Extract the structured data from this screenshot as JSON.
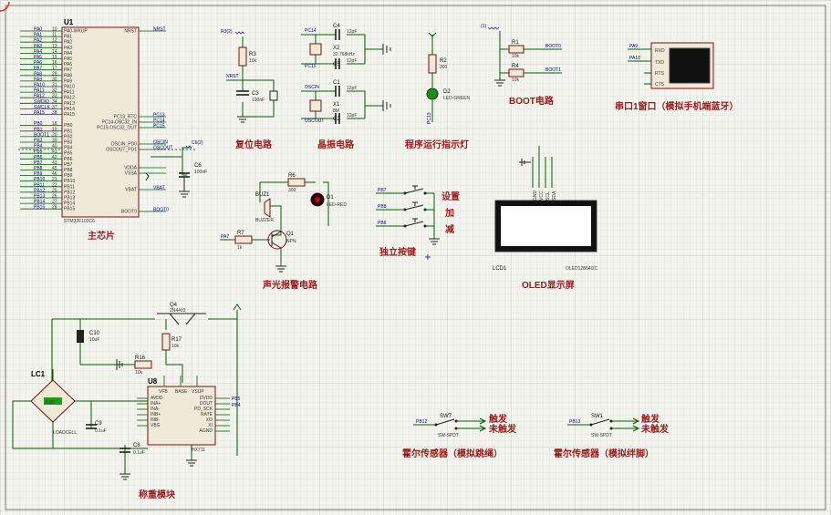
{
  "sections": {
    "mcu": "主芯片",
    "reset": "复位电路",
    "crystal": "晶振电路",
    "led": "程序运行指示灯",
    "boot": "BOOT电路",
    "uart": "串口1窗口（模拟手机端蓝牙）",
    "alarm": "声光报警电路",
    "keys": "独立按键",
    "oled": "OLED显示屏",
    "scale": "称重模块",
    "hall1": "霍尔传感器（模拟跳绳）",
    "hall2": "霍尔传感器（模拟绊脚）"
  },
  "mcu": {
    "ref": "U1",
    "part": "STM32F103C6",
    "left_pins": [
      "PA0",
      "PA1",
      "PA2",
      "PA3",
      "PA4",
      "PA5",
      "PA6",
      "PA7",
      "PA8",
      "PA9",
      "PA10",
      "PA11",
      "PA12",
      "SWDIO",
      "SWCLK",
      "PA15",
      "",
      "PB0",
      "PB1",
      "BOOT1",
      "PB3",
      "PB4",
      "PB5",
      "PB6",
      "PB7",
      "PB8",
      "PB9",
      "PB10",
      "PB11",
      "PB12",
      "PB13",
      "PB14",
      "PB15"
    ],
    "inner_left": [
      "PA0-WKUP",
      "PA1",
      "PA2",
      "PA3",
      "PA4",
      "PA5",
      "PA6",
      "PA7",
      "PA8",
      "PA9",
      "PA10",
      "PA11",
      "PA12",
      "PA13",
      "PA14",
      "PA15",
      "",
      "PB0",
      "PB1",
      "PB2",
      "PB3",
      "PB4",
      "PB5",
      "PB6",
      "PB7",
      "PB8",
      "PB9",
      "PB10",
      "PB11",
      "PB12",
      "PB13",
      "PB14",
      "PB15"
    ],
    "pin_nums": [
      "10",
      "11",
      "12",
      "13",
      "14",
      "15",
      "16",
      "17",
      "29",
      "30",
      "31",
      "32",
      "33",
      "34",
      "37",
      "38",
      "",
      "18",
      "19",
      "20",
      "39",
      "40",
      "41",
      "42",
      "43",
      "45",
      "46",
      "21",
      "22",
      "25",
      "26",
      "27",
      "28"
    ],
    "right_pins": [
      "NRST",
      "PC13_RTC",
      "PC14-OSC32_IN",
      "PC15-OSC32_OUT",
      "OSCIN_PD0",
      "OSCOUT_PD1",
      "VDDA",
      "VSSA",
      "VBAT",
      "BOOT0"
    ],
    "right_nets": [
      "NRST",
      "PC13",
      "PC14",
      "PC15",
      "OSCIN",
      "OSCOUT",
      "",
      "",
      "VBAT",
      "BOOT0"
    ]
  },
  "reset": {
    "net_in": "R3(2)",
    "r": "R3",
    "r_val": "10k",
    "c": "C3",
    "c_val": "100nF",
    "net": "NRST"
  },
  "crystal": {
    "c4": "C4",
    "c5": "C5",
    "c1": "C1",
    "c2": "C2",
    "cval": "12pF",
    "x2": "X2",
    "x2_val": "32.768kHz",
    "x1": "X1",
    "x1_val": "8M",
    "nets": [
      "PC14",
      "PC15",
      "OSCIN",
      "OSCOUT"
    ]
  },
  "run_led": {
    "r": "R2",
    "r_val": "300",
    "d": "D2",
    "d_val": "LED-GREEN",
    "net": "PC13"
  },
  "boot": {
    "net_in": "(1)",
    "r1": "R1",
    "r4": "R4",
    "rval": "10k",
    "nets": [
      "BOOT0",
      "BOOT1"
    ]
  },
  "uart": {
    "pins": [
      "RXD",
      "TXD",
      "RTS",
      "CTS"
    ],
    "nets": [
      "PA9",
      "PA10"
    ]
  },
  "c6": {
    "ref": "C6",
    "val": "100nF",
    "net": "C6(2)"
  },
  "alarm": {
    "buz": "BUZ1",
    "buz_part": "BUZZER",
    "r6": "R6",
    "r6_val": "300",
    "d1": "D1",
    "d1_val": "LED-RED",
    "r7": "R7",
    "r7_val": "1k",
    "q1": "Q1",
    "q1_val": "NPN",
    "net": "PA7"
  },
  "keys": {
    "nets": [
      "PB7",
      "PB8",
      "PB6"
    ],
    "labels": [
      "设置",
      "加",
      "减"
    ]
  },
  "oled": {
    "ref": "LCD1",
    "part": "OLED12864I2C",
    "pins": [
      "GND",
      "VCC",
      "SCL",
      "SDA"
    ]
  },
  "scale": {
    "q4": "Q4",
    "q4_val": "2N4403",
    "c10": "C10",
    "c10_val": "10uF",
    "r17": "R17",
    "r17_val": "10k",
    "r16": "R16",
    "r16_val": "10k",
    "u8": "U8",
    "u8_part": "HX711",
    "lc": "LC1",
    "lc_part": "LOADCELL",
    "lc_val": "0.00",
    "c9": "C9",
    "c9_val": "0.1uF",
    "c8": "C8",
    "c8_val": "0.1uF",
    "u8_left": [
      "VFB",
      "BASE",
      "VSUP",
      "AVDD",
      "INA+",
      "INA-",
      "INB+",
      "INB-",
      "VBG"
    ],
    "u8_right": [
      "DVDD",
      "DOUT",
      "PD_SCK",
      "RATE",
      "XO",
      "XI",
      "AGND"
    ],
    "u8_nets": [
      "PB5",
      "PB4"
    ]
  },
  "hall1": {
    "sw": "SW7",
    "part": "SW-SPDT",
    "net": "PB12",
    "on": "触发",
    "off": "未触发"
  },
  "hall2": {
    "sw": "SW1",
    "part": "SW-SPDT",
    "net": "PB13",
    "on": "触发",
    "off": "未触发"
  }
}
